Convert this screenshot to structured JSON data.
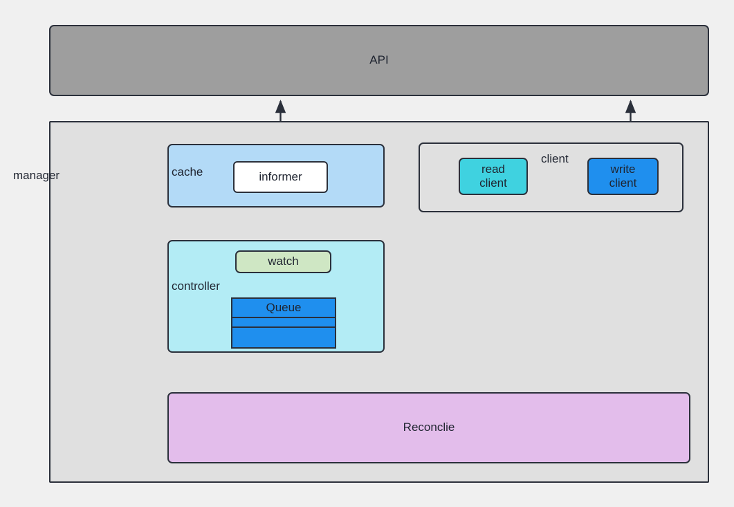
{
  "diagram": {
    "title": "Kubernetes controller-runtime manager architecture",
    "background_color": "#f0f0f0",
    "stroke_color": "#2b303b"
  },
  "nodes": {
    "api": {
      "label": "API",
      "fill": "#9e9e9e"
    },
    "manager": {
      "label": "manager",
      "fill": "#e0e0e0"
    },
    "cache": {
      "label": "cache",
      "fill": "#b3daf7"
    },
    "informer": {
      "label": "informer",
      "fill": "#ffffff"
    },
    "client": {
      "label": "client",
      "fill": "#e0e0e0"
    },
    "read_client": {
      "label": "read\nclient",
      "fill": "#3fd2e0"
    },
    "write_client": {
      "label": "write\nclient",
      "fill": "#1f8fee"
    },
    "controller": {
      "label": "controller",
      "fill": "#b3ecf5"
    },
    "watch": {
      "label": "watch",
      "fill": "#cfe7c4"
    },
    "queue": {
      "label": "Queue",
      "fill": "#1f8fee"
    },
    "reconclie": {
      "label": "Reconclie",
      "fill": "#e3bdeb"
    }
  },
  "edges": [
    {
      "name": "informer-to-api",
      "from": "informer",
      "to": "api",
      "direction": "up"
    },
    {
      "name": "write-client-to-api",
      "from": "write-client",
      "to": "api",
      "direction": "up"
    },
    {
      "name": "read-client-to-cache",
      "from": "read-client",
      "to": "cache",
      "direction": "left"
    },
    {
      "name": "watch-to-informer",
      "from": "watch",
      "to": "informer",
      "direction": "up"
    },
    {
      "name": "queue-to-watch",
      "from": "queue",
      "to": "watch",
      "direction": "up"
    },
    {
      "name": "controller-to-reconclie",
      "from": "controller",
      "to": "reconclie",
      "direction": "down"
    },
    {
      "name": "reconclie-to-controller",
      "from": "reconclie",
      "to": "controller",
      "direction": "up"
    },
    {
      "name": "client-reconclie-bidirectional",
      "from": "client",
      "to": "reconclie",
      "direction": "both"
    }
  ]
}
